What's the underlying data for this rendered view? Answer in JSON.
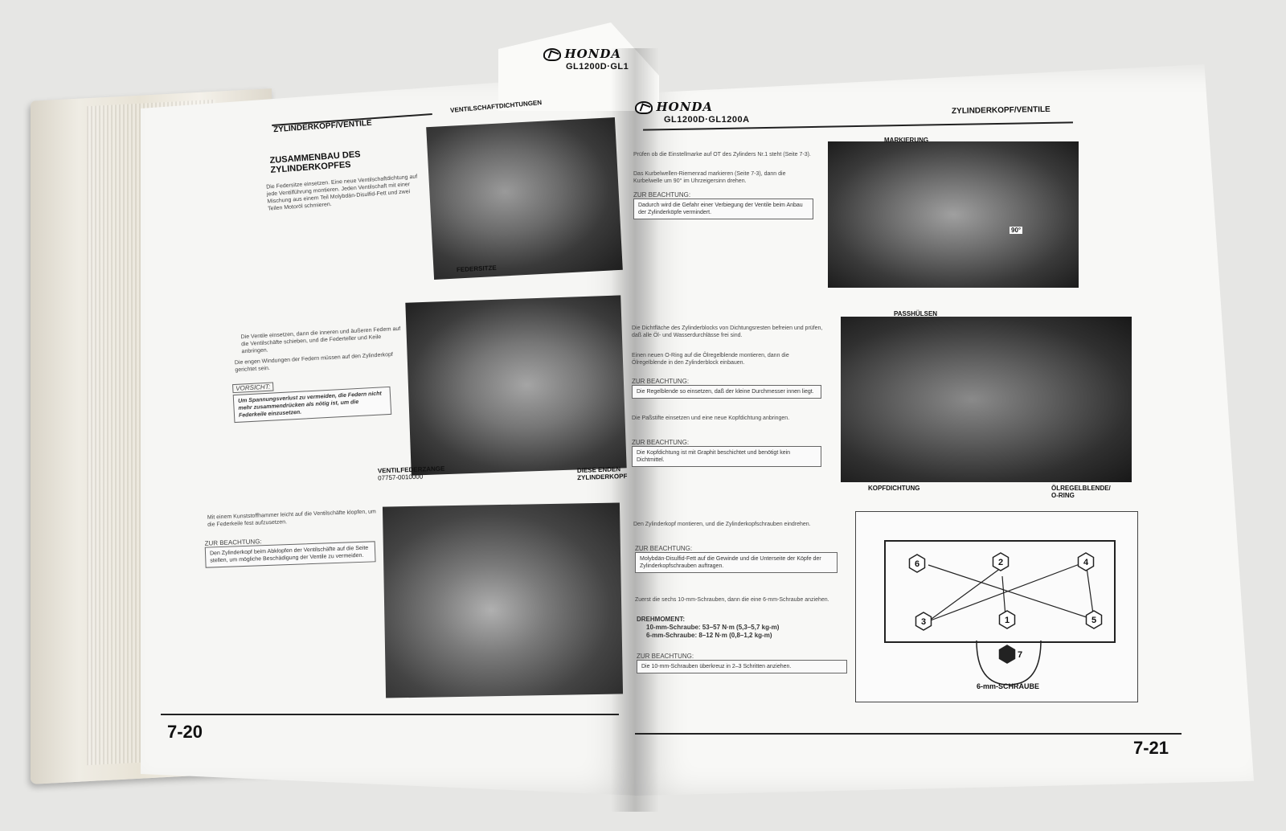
{
  "left_page": {
    "header_title": "ZYLINDERKOPF/VENTILE",
    "logo_brand": "HONDA",
    "logo_model": "GL1200D·GL1",
    "section_title_line1": "ZUSAMMENBAU DES",
    "section_title_line2": "ZYLINDERKOPFES",
    "para1": "Die Federsitze einsetzen. Eine neue Ventilschaftdichtung auf jede Ventilführung montieren. Jeden Ventilschaft mit einer Mischung aus einem Teil Molybdän-Disulfid-Fett und zwei Teilen Motoröl schmieren.",
    "callout_ventilschaftdichtungen": "VENTILSCHAFTDICHTUNGEN",
    "callout_federsitze": "FEDERSITZE",
    "para2": "Die Ventile einsetzen, dann die inneren und äußeren Federn auf die Ventilschäfte schieben, und die Federteller und Keile anbringen.",
    "para3": "Die engen Windungen der Federn müssen auf den Zylinderkopf gerichtet sein.",
    "caution_label": "VORSICHT:",
    "caution_text": "Um Spannungsverlust zu vermeiden, die Federn nicht mehr zusammendrücken als nötig ist, um die Federkeile einzusetzen.",
    "callout_ventilfederzange": "VENTILFEDERZANGE",
    "callout_part_number": "07757-0010000",
    "callout_diese_enden_line1": "DIESE ENDEN",
    "callout_diese_enden_line2": "ZYLINDERKOPF",
    "para4": "Mit einem Kunststoffhammer leicht auf die Ventilschäfte klopfen, um die Federkeile fest aufzusetzen.",
    "note_label": "ZUR BEACHTUNG:",
    "note_text": "Den Zylinderkopf beim Abklopfen der Ventilschäfte auf die Seite stellen, um mögliche Beschädigung der Ventile zu vermeiden.",
    "page_number": "7-20"
  },
  "right_page": {
    "logo_brand": "HONDA",
    "logo_model": "GL1200D·GL1200A",
    "header_title": "ZYLINDERKOPF/VENTILE",
    "para1": "Prüfen ob die Einstellmarke auf OT des Zylinders Nr.1 steht (Seite 7-3).",
    "para2": "Das Kurbelwellen-Riemenrad markieren (Seite 7-3), dann die Kurbelwelle um 90° im Uhrzeigersinn drehen.",
    "note1_label": "ZUR BEACHTUNG:",
    "note1_text": "Dadurch wird die Gefahr einer Verbiegung der Ventile beim Anbau der Zylinderköpfe vermindert.",
    "callout_markierung": "MARKIERUNG",
    "callout_90": "90°",
    "para3": "Die Dichtfläche des Zylinderblocks von Dichtungsresten befreien und prüfen, daß alle Öl- und Wasserdurchlässe frei sind.",
    "para4": "Einen neuen O-Ring auf die Ölregelblende montieren, dann die Ölregelblende in den Zylinderblock einbauen.",
    "note2_label": "ZUR BEACHTUNG:",
    "note2_text": "Die Regelblende so einsetzen, daß der kleine Durchmesser innen liegt.",
    "para5": "Die Paßstifte einsetzen und eine neue Kopfdichtung anbringen.",
    "note3_label": "ZUR BEACHTUNG:",
    "note3_text": "Die Kopfdichtung ist mit Graphit beschichtet und benötigt kein Dichtmittel.",
    "callout_passhuelsen": "PASSHÜLSEN",
    "callout_kopfdichtung": "KOPFDICHTUNG",
    "callout_oelregelblende_line1": "ÖLREGELBLENDE/",
    "callout_oelregelblende_line2": "O-RING",
    "para6": "Den Zylinderkopf montieren, und die Zylinderkopfschrauben eindrehen.",
    "note4_label": "ZUR BEACHTUNG:",
    "note4_text": "Molybdän-Disulfid-Fett auf die Gewinde und die Unterseite der Köpfe der Zylinderkopfschrauben auftragen.",
    "para7": "Zuerst die sechs 10-mm-Schrauben, dann die eine 6-mm-Schraube anziehen.",
    "torque_label": "DREHMOMENT:",
    "torque_line1": "10-mm-Schraube: 53–57 N·m (5,3–5,7 kg-m)",
    "torque_line2": "6-mm-Schraube: 8–12 N·m (0,8–1,2 kg-m)",
    "note5_label": "ZUR BEACHTUNG:",
    "note5_text": "Die 10-mm-Schrauben überkreuz in 2–3 Schritten anziehen.",
    "diagram_bolts": [
      "6",
      "2",
      "4",
      "3",
      "1",
      "5",
      "7"
    ],
    "diagram_caption": "6-mm-SCHRAUBE",
    "page_number": "7-21"
  }
}
